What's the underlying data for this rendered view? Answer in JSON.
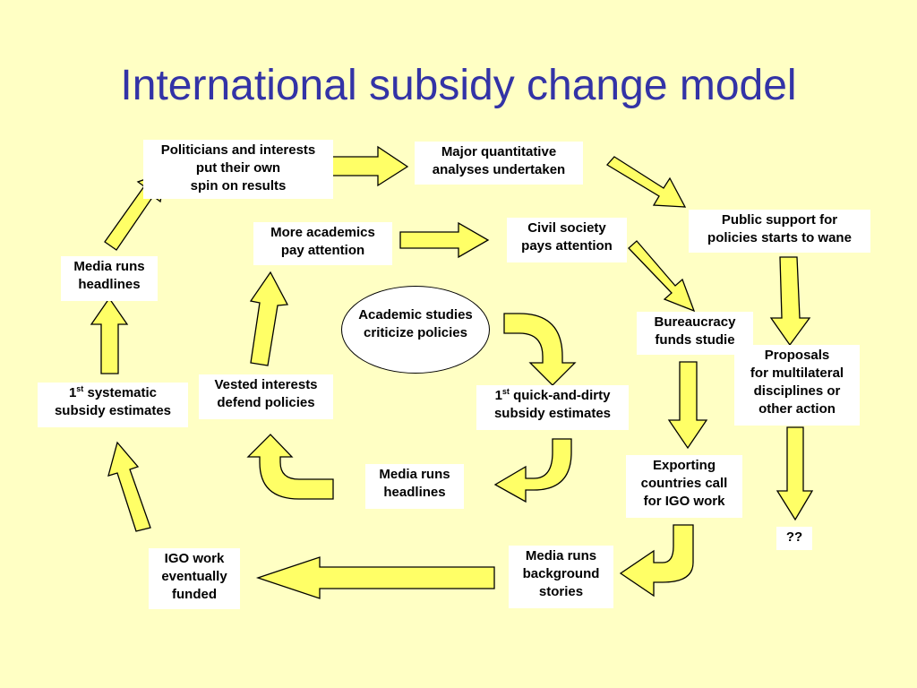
{
  "slide": {
    "title": "International subsidy change model"
  },
  "nodes": {
    "politicians": [
      "Politicians and interests",
      "put their own",
      "spin on results"
    ],
    "major_analyses": [
      "Major quantitative",
      "analyses undertaken"
    ],
    "public_support": [
      "Public support for",
      "policies starts to wane"
    ],
    "more_academics": [
      "More academics",
      "pay attention"
    ],
    "civil_society": [
      "Civil society",
      "pays attention"
    ],
    "media_headlines_left": [
      "Media runs",
      "headlines"
    ],
    "academic_studies": [
      "Academic studies",
      "criticize policies"
    ],
    "bureaucracy": [
      "Bureaucracy",
      "funds studie"
    ],
    "proposals": [
      "Proposals",
      "for multilateral",
      "disciplines or",
      "other action"
    ],
    "systematic_estimates": {
      "sup_base": "1",
      "sup": "st",
      "rest": " systematic",
      "line2": "subsidy estimates"
    },
    "vested_interests": [
      "Vested interests",
      "defend policies"
    ],
    "quick_estimates": {
      "sup_base": "1",
      "sup": "st",
      "rest": " quick-and-dirty",
      "line2": "subsidy estimates"
    },
    "media_headlines_center": [
      "Media runs",
      "headlines"
    ],
    "exporting_countries": [
      "Exporting",
      "countries call",
      "for IGO work"
    ],
    "question": [
      "??"
    ],
    "igo_funded": [
      "IGO work",
      "eventually",
      "funded"
    ],
    "media_background": [
      "Media runs",
      "background",
      "stories"
    ]
  },
  "colors": {
    "background": "#ffffc4",
    "title": "#3333a6",
    "arrow_fill": "#ffff66",
    "arrow_stroke": "#000000",
    "box_fill": "#ffffff"
  }
}
